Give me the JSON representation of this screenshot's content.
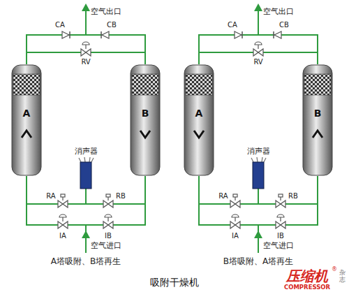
{
  "diagram": {
    "caption": "吸附干燥机",
    "nodes": [
      {
        "text": [
          "A"
        ]
      },
      {
        "text": [
          "B"
        ]
      },
      {
        "text": [
          "A"
        ]
      },
      {
        "text": [
          "B"
        ]
      }
    ],
    "edges": [
      {
        "from": 0,
        "to": 1,
        "arrow": "none"
      },
      {
        "from": 0,
        "to": 1,
        "arrow": "none"
      },
      {
        "from": 2,
        "to": 3,
        "arrow": "none"
      },
      {
        "from": 2,
        "to": 3,
        "arrow": "none"
      }
    ],
    "labels": [
      "空气出口",
      "CA",
      "CB",
      "RV",
      "消声器",
      "RA",
      "RB",
      "IA",
      "IB",
      "空气进口",
      "A塔吸附、B塔再生",
      "空气出口",
      "CA",
      "CB",
      "RV",
      "消声器",
      "RA",
      "RB",
      "IA",
      "IB",
      "空气进口",
      "B塔吸附、A塔再生",
      "压缩机",
      "®",
      "COMPRESSOR",
      "杂志"
    ]
  }
}
